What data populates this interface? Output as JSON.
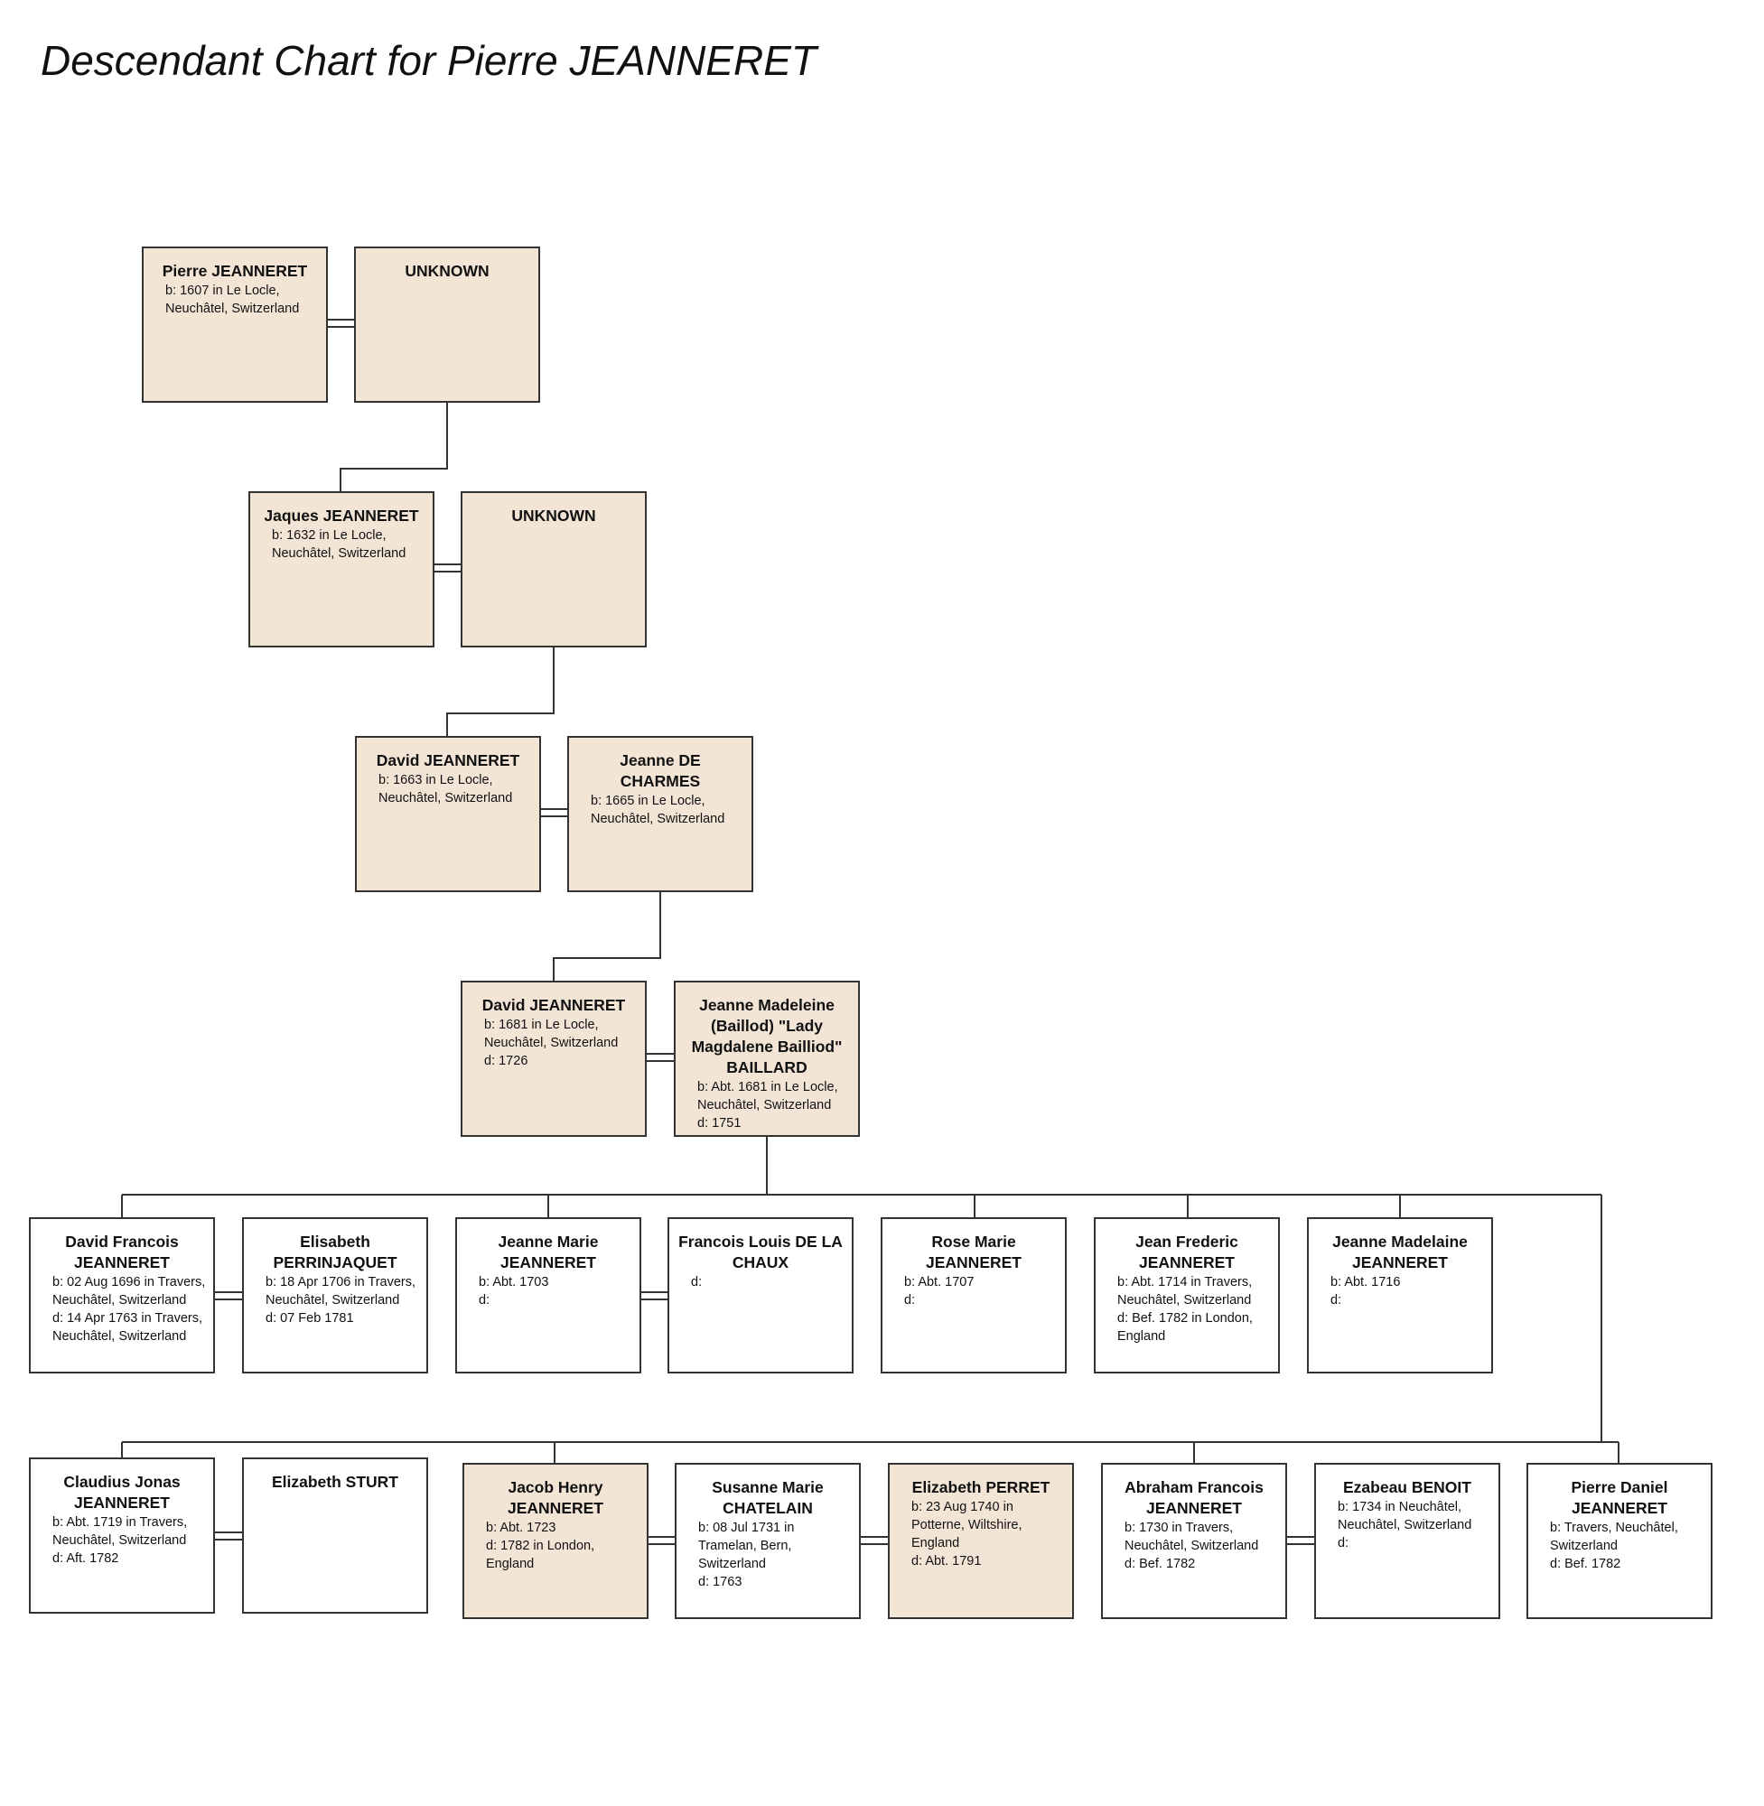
{
  "page": {
    "title": "Descendant Chart for Pierre JEANNERET"
  },
  "colors": {
    "direct": "#f3e5d6",
    "spouse": "#ffffff",
    "line": "#333333"
  },
  "people": {
    "p1": {
      "name": "Pierre JEANNERET",
      "details": [
        "b: 1607 in Le Locle,",
        "Neuchâtel, Switzerland"
      ],
      "direct": true
    },
    "p1s": {
      "name": "UNKNOWN",
      "details": [],
      "direct": true
    },
    "p2": {
      "name": "Jaques JEANNERET",
      "details": [
        "b: 1632 in Le Locle,",
        "Neuchâtel, Switzerland"
      ],
      "direct": true
    },
    "p2s": {
      "name": "UNKNOWN",
      "details": [],
      "direct": true
    },
    "p3": {
      "name": "David JEANNERET",
      "details": [
        "b: 1663 in Le Locle,",
        "Neuchâtel, Switzerland"
      ],
      "direct": true
    },
    "p3s": {
      "name": "Jeanne DE CHARMES",
      "details": [
        "b: 1665 in Le Locle,",
        "Neuchâtel, Switzerland"
      ],
      "direct": true
    },
    "p4": {
      "name": "David JEANNERET",
      "details": [
        "b: 1681 in Le Locle,",
        "Neuchâtel, Switzerland",
        "d: 1726"
      ],
      "direct": true
    },
    "p4s": {
      "name": "Jeanne Madeleine (Baillod) \"Lady Magdalene Bailliod\" BAILLARD",
      "details": [
        "b: Abt. 1681 in Le Locle,",
        "Neuchâtel, Switzerland",
        "d: 1751"
      ],
      "direct": true
    },
    "c1": {
      "name": "David Francois JEANNERET",
      "details": [
        "b: 02 Aug 1696 in Travers,",
        "Neuchâtel, Switzerland",
        "d: 14 Apr 1763 in Travers,",
        "Neuchâtel, Switzerland"
      ],
      "direct": false
    },
    "c1s": {
      "name": "Elisabeth PERRINJAQUET",
      "details": [
        "b: 18 Apr 1706 in Travers,",
        "Neuchâtel, Switzerland",
        "d: 07 Feb 1781"
      ],
      "direct": false
    },
    "c2": {
      "name": "Jeanne Marie JEANNERET",
      "details": [
        "b: Abt. 1703",
        "d:"
      ],
      "direct": false
    },
    "c2s": {
      "name": "Francois Louis DE LA CHAUX",
      "details": [
        "d:"
      ],
      "direct": false
    },
    "c3": {
      "name": "Rose Marie JEANNERET",
      "details": [
        "b: Abt. 1707",
        "d:"
      ],
      "direct": false
    },
    "c4": {
      "name": "Jean Frederic JEANNERET",
      "details": [
        "b: Abt. 1714 in Travers,",
        "Neuchâtel, Switzerland",
        "d: Bef. 1782 in London,",
        "England"
      ],
      "direct": false
    },
    "c5": {
      "name": "Jeanne Madelaine JEANNERET",
      "details": [
        "b: Abt. 1716",
        "d:"
      ],
      "direct": false
    },
    "c6": {
      "name": "Claudius Jonas JEANNERET",
      "details": [
        "b: Abt. 1719 in Travers,",
        "Neuchâtel, Switzerland",
        "d: Aft. 1782"
      ],
      "direct": false
    },
    "c6s": {
      "name": "Elizabeth STURT",
      "details": [],
      "direct": false
    },
    "c7": {
      "name": "Jacob Henry JEANNERET",
      "details": [
        "b: Abt. 1723",
        "d: 1782 in London,",
        "England"
      ],
      "direct": true
    },
    "c7s1": {
      "name": "Susanne Marie CHATELAIN",
      "details": [
        "b: 08 Jul 1731 in",
        "Tramelan, Bern,",
        "Switzerland",
        "d: 1763"
      ],
      "direct": false
    },
    "c7s2": {
      "name": "Elizabeth PERRET",
      "details": [
        "b: 23 Aug 1740 in",
        "Potterne, Wiltshire,",
        "England",
        "d: Abt. 1791"
      ],
      "direct": true
    },
    "c8": {
      "name": "Abraham Francois JEANNERET",
      "details": [
        "b: 1730 in Travers,",
        "Neuchâtel, Switzerland",
        "d: Bef. 1782"
      ],
      "direct": false
    },
    "c8s": {
      "name": "Ezabeau BENOIT",
      "details": [
        "b: 1734 in Neuchâtel,",
        "Neuchâtel, Switzerland",
        "d:"
      ],
      "direct": false
    },
    "c9": {
      "name": "Pierre Daniel JEANNERET",
      "details": [
        "b: Travers, Neuchâtel,",
        "Switzerland",
        "d: Bef. 1782"
      ],
      "direct": false
    }
  }
}
